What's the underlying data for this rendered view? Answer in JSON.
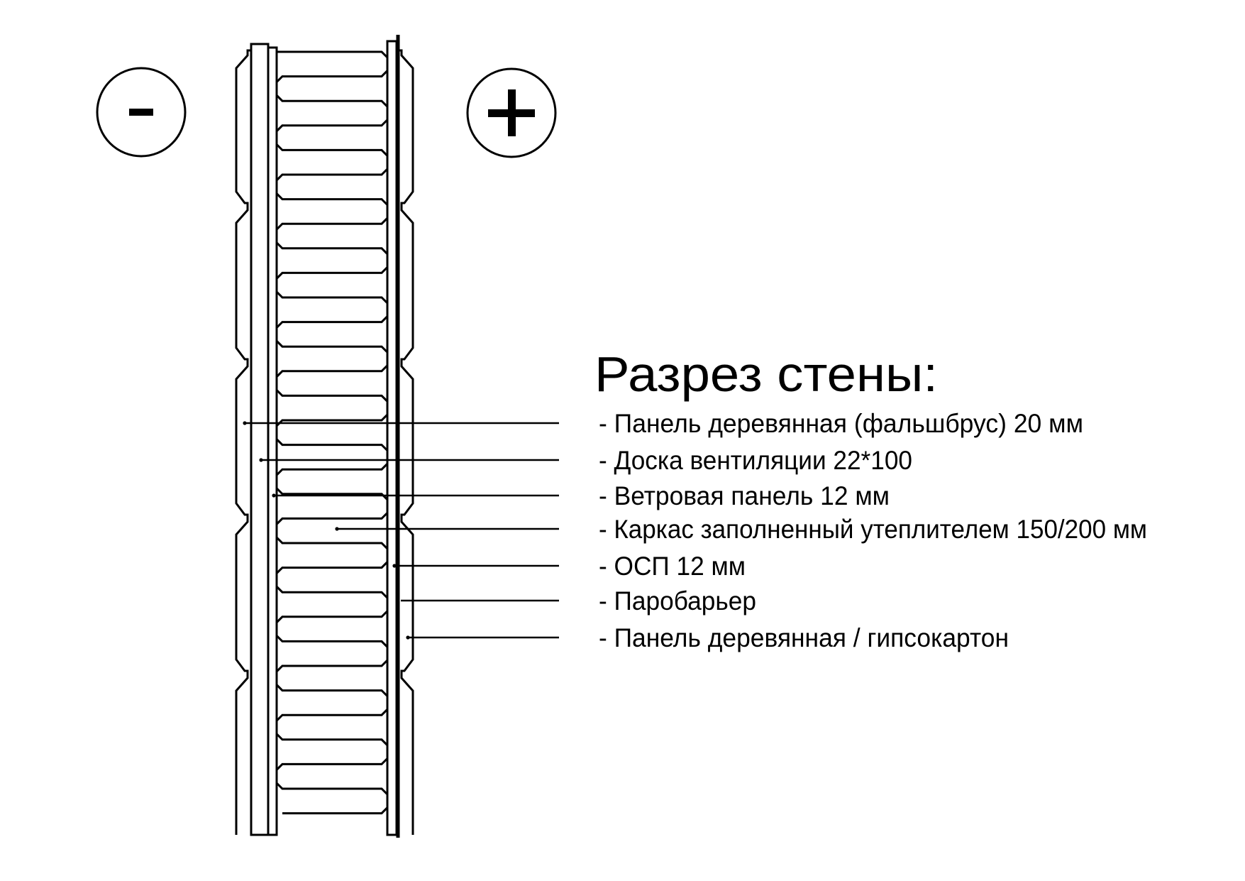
{
  "symbols": {
    "outside": "-",
    "inside": "+"
  },
  "legend": {
    "title": "Разрез стены:",
    "items": [
      "- Панель деревянная (фальшбрус) 20 мм",
      "- Доска вентиляции 22*100",
      "- Ветровая панель 12 мм",
      "- Каркас заполненный утеплителем 150/200 мм",
      "- ОСП 12 мм",
      "- Паробарьер",
      "- Панель деревянная / гипсокартон"
    ]
  },
  "colors": {
    "ink": "#000000",
    "background": "#ffffff"
  }
}
